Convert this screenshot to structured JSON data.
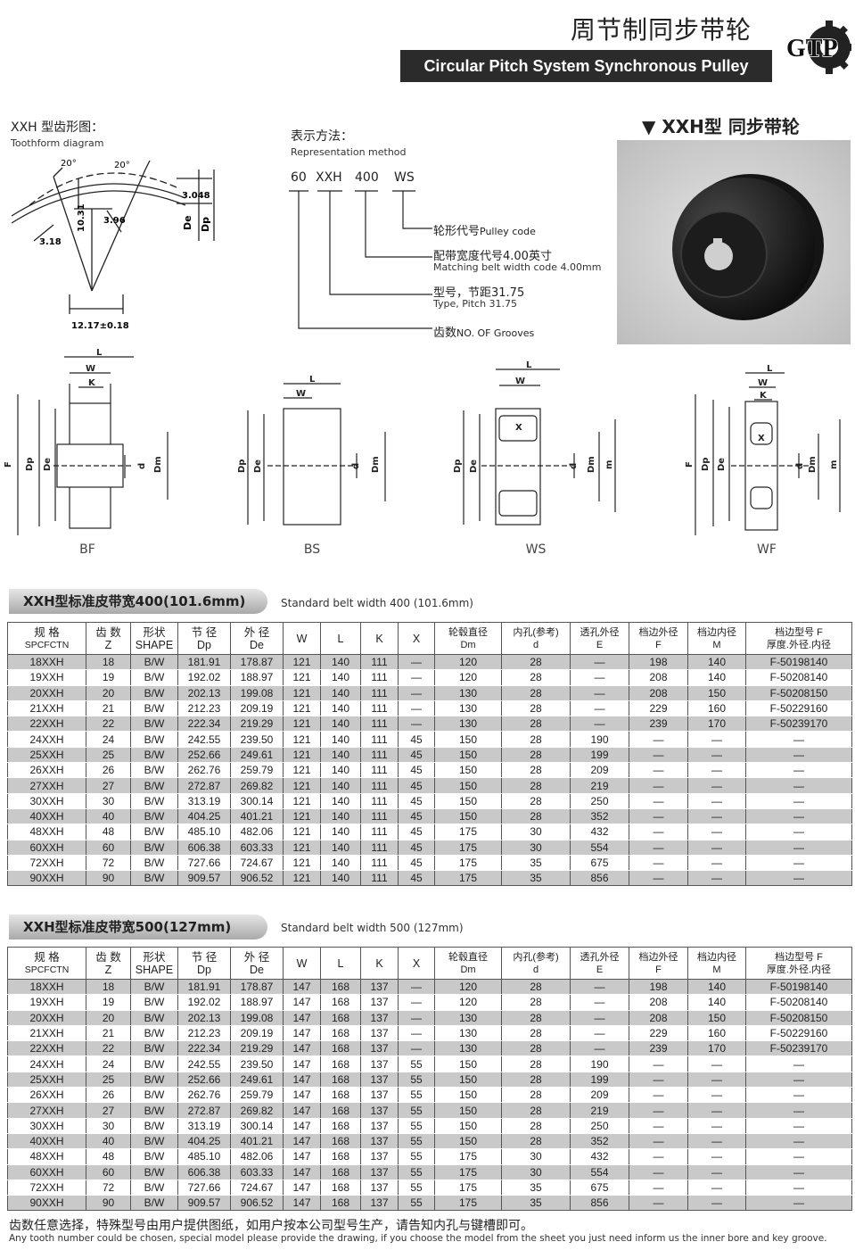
{
  "header": {
    "title_cn": "周节制同步带轮",
    "title_en": "Circular Pitch System Synchronous Pulley",
    "logo_text": "GTP"
  },
  "tooth_form": {
    "label": "XXH 型齿形图：",
    "label_en": "Toothform diagram",
    "dims": {
      "angle_left": "20°",
      "angle_right": "20°",
      "d3048": "3.048",
      "d1031": "10.31",
      "d396": "3.96",
      "d318": "3.18",
      "de": "De",
      "dp": "Dp",
      "width": "12.17±0.18"
    }
  },
  "representation": {
    "title": "表示方法：",
    "title_en": "Representation method",
    "codes": [
      "60",
      "XXH",
      "400",
      "WS"
    ],
    "items": [
      {
        "cn": "轮形代号",
        "en": "Pulley code"
      },
      {
        "cn": "配带宽度代号4.00英寸",
        "en": "Matching belt width code 4.00mm"
      },
      {
        "cn": "型号，节距31.75",
        "en": "Type, Pitch 31.75"
      },
      {
        "cn": "齿数",
        "en": "NO. OF Grooves"
      }
    ]
  },
  "photo": {
    "title": "▼ XXH型  同步带轮"
  },
  "sections": {
    "labels": [
      "BF",
      "BS",
      "WS",
      "WF"
    ],
    "dim": {
      "L": "L",
      "W": "W",
      "K": "K",
      "X": "X",
      "F": "F",
      "Dp": "Dp",
      "De": "De",
      "d": "d",
      "Dm": "Dm",
      "m": "m"
    }
  },
  "columns": [
    {
      "cn": "规 格",
      "en": "SPCFCTN"
    },
    {
      "cn": "齿 数",
      "en": "Z"
    },
    {
      "cn": "形状",
      "en": "SHAPE"
    },
    {
      "cn": "节 径",
      "en": "Dp"
    },
    {
      "cn": "外 径",
      "en": "De"
    },
    {
      "cn": "W",
      "en": ""
    },
    {
      "cn": "L",
      "en": ""
    },
    {
      "cn": "K",
      "en": ""
    },
    {
      "cn": "X",
      "en": ""
    },
    {
      "cn": "轮毂直径",
      "en": "Dm"
    },
    {
      "cn": "内孔(参考)",
      "en": "d"
    },
    {
      "cn": "透孔外径",
      "en": "E"
    },
    {
      "cn": "档边外径",
      "en": "F"
    },
    {
      "cn": "档边内径",
      "en": "M"
    },
    {
      "cn": "档边型号  F",
      "en": "厚度.外径.内径"
    }
  ],
  "tables": [
    {
      "title": "XXH型标准皮带宽400(101.6mm)",
      "subtitle": "Standard belt width 400 (101.6mm)",
      "rows": [
        [
          "18XXH",
          "18",
          "B/W",
          "181.91",
          "178.87",
          "121",
          "140",
          "111",
          "—",
          "120",
          "28",
          "—",
          "198",
          "140",
          "F-50198140"
        ],
        [
          "19XXH",
          "19",
          "B/W",
          "192.02",
          "188.97",
          "121",
          "140",
          "111",
          "—",
          "120",
          "28",
          "—",
          "208",
          "140",
          "F-50208140"
        ],
        [
          "20XXH",
          "20",
          "B/W",
          "202.13",
          "199.08",
          "121",
          "140",
          "111",
          "—",
          "130",
          "28",
          "—",
          "208",
          "150",
          "F-50208150"
        ],
        [
          "21XXH",
          "21",
          "B/W",
          "212.23",
          "209.19",
          "121",
          "140",
          "111",
          "—",
          "130",
          "28",
          "—",
          "229",
          "160",
          "F-50229160"
        ],
        [
          "22XXH",
          "22",
          "B/W",
          "222.34",
          "219.29",
          "121",
          "140",
          "111",
          "—",
          "130",
          "28",
          "—",
          "239",
          "170",
          "F-50239170"
        ],
        [
          "24XXH",
          "24",
          "B/W",
          "242.55",
          "239.50",
          "121",
          "140",
          "111",
          "45",
          "150",
          "28",
          "190",
          "—",
          "—",
          "—"
        ],
        [
          "25XXH",
          "25",
          "B/W",
          "252.66",
          "249.61",
          "121",
          "140",
          "111",
          "45",
          "150",
          "28",
          "199",
          "—",
          "—",
          "—"
        ],
        [
          "26XXH",
          "26",
          "B/W",
          "262.76",
          "259.79",
          "121",
          "140",
          "111",
          "45",
          "150",
          "28",
          "209",
          "—",
          "—",
          "—"
        ],
        [
          "27XXH",
          "27",
          "B/W",
          "272.87",
          "269.82",
          "121",
          "140",
          "111",
          "45",
          "150",
          "28",
          "219",
          "—",
          "—",
          "—"
        ],
        [
          "30XXH",
          "30",
          "B/W",
          "313.19",
          "300.14",
          "121",
          "140",
          "111",
          "45",
          "150",
          "28",
          "250",
          "—",
          "—",
          "—"
        ],
        [
          "40XXH",
          "40",
          "B/W",
          "404.25",
          "401.21",
          "121",
          "140",
          "111",
          "45",
          "150",
          "28",
          "352",
          "—",
          "—",
          "—"
        ],
        [
          "48XXH",
          "48",
          "B/W",
          "485.10",
          "482.06",
          "121",
          "140",
          "111",
          "45",
          "175",
          "30",
          "432",
          "—",
          "—",
          "—"
        ],
        [
          "60XXH",
          "60",
          "B/W",
          "606.38",
          "603.33",
          "121",
          "140",
          "111",
          "45",
          "175",
          "30",
          "554",
          "—",
          "—",
          "—"
        ],
        [
          "72XXH",
          "72",
          "B/W",
          "727.66",
          "724.67",
          "121",
          "140",
          "111",
          "45",
          "175",
          "35",
          "675",
          "—",
          "—",
          "—"
        ],
        [
          "90XXH",
          "90",
          "B/W",
          "909.57",
          "906.52",
          "121",
          "140",
          "111",
          "45",
          "175",
          "35",
          "856",
          "—",
          "—",
          "—"
        ]
      ]
    },
    {
      "title": "XXH型标准皮带宽500(127mm)",
      "subtitle": "Standard belt width 500 (127mm)",
      "rows": [
        [
          "18XXH",
          "18",
          "B/W",
          "181.91",
          "178.87",
          "147",
          "168",
          "137",
          "—",
          "120",
          "28",
          "—",
          "198",
          "140",
          "F-50198140"
        ],
        [
          "19XXH",
          "19",
          "B/W",
          "192.02",
          "188.97",
          "147",
          "168",
          "137",
          "—",
          "120",
          "28",
          "—",
          "208",
          "140",
          "F-50208140"
        ],
        [
          "20XXH",
          "20",
          "B/W",
          "202.13",
          "199.08",
          "147",
          "168",
          "137",
          "—",
          "130",
          "28",
          "—",
          "208",
          "150",
          "F-50208150"
        ],
        [
          "21XXH",
          "21",
          "B/W",
          "212.23",
          "209.19",
          "147",
          "168",
          "137",
          "—",
          "130",
          "28",
          "—",
          "229",
          "160",
          "F-50229160"
        ],
        [
          "22XXH",
          "22",
          "B/W",
          "222.34",
          "219.29",
          "147",
          "168",
          "137",
          "—",
          "130",
          "28",
          "—",
          "239",
          "170",
          "F-50239170"
        ],
        [
          "24XXH",
          "24",
          "B/W",
          "242.55",
          "239.50",
          "147",
          "168",
          "137",
          "55",
          "150",
          "28",
          "190",
          "—",
          "—",
          "—"
        ],
        [
          "25XXH",
          "25",
          "B/W",
          "252.66",
          "249.61",
          "147",
          "168",
          "137",
          "55",
          "150",
          "28",
          "199",
          "—",
          "—",
          "—"
        ],
        [
          "26XXH",
          "26",
          "B/W",
          "262.76",
          "259.79",
          "147",
          "168",
          "137",
          "55",
          "150",
          "28",
          "209",
          "—",
          "—",
          "—"
        ],
        [
          "27XXH",
          "27",
          "B/W",
          "272.87",
          "269.82",
          "147",
          "168",
          "137",
          "55",
          "150",
          "28",
          "219",
          "—",
          "—",
          "—"
        ],
        [
          "30XXH",
          "30",
          "B/W",
          "313.19",
          "300.14",
          "147",
          "168",
          "137",
          "55",
          "150",
          "28",
          "250",
          "—",
          "—",
          "—"
        ],
        [
          "40XXH",
          "40",
          "B/W",
          "404.25",
          "401.21",
          "147",
          "168",
          "137",
          "55",
          "150",
          "28",
          "352",
          "—",
          "—",
          "—"
        ],
        [
          "48XXH",
          "48",
          "B/W",
          "485.10",
          "482.06",
          "147",
          "168",
          "137",
          "55",
          "175",
          "30",
          "432",
          "—",
          "—",
          "—"
        ],
        [
          "60XXH",
          "60",
          "B/W",
          "606.38",
          "603.33",
          "147",
          "168",
          "137",
          "55",
          "175",
          "30",
          "554",
          "—",
          "—",
          "—"
        ],
        [
          "72XXH",
          "72",
          "B/W",
          "727.66",
          "724.67",
          "147",
          "168",
          "137",
          "55",
          "175",
          "35",
          "675",
          "—",
          "—",
          "—"
        ],
        [
          "90XXH",
          "90",
          "B/W",
          "909.57",
          "906.52",
          "147",
          "168",
          "137",
          "55",
          "175",
          "35",
          "856",
          "—",
          "—",
          "—"
        ]
      ]
    }
  ],
  "footer": {
    "cn": "齿数任意选择，特殊型号由用户提供图纸，如用户按本公司型号生产，请告知内孔与键槽即可。",
    "en": "Any tooth number could be chosen, special model please provide the drawing, if you choose the model from the sheet you just need inform us the inner bore and key groove."
  }
}
